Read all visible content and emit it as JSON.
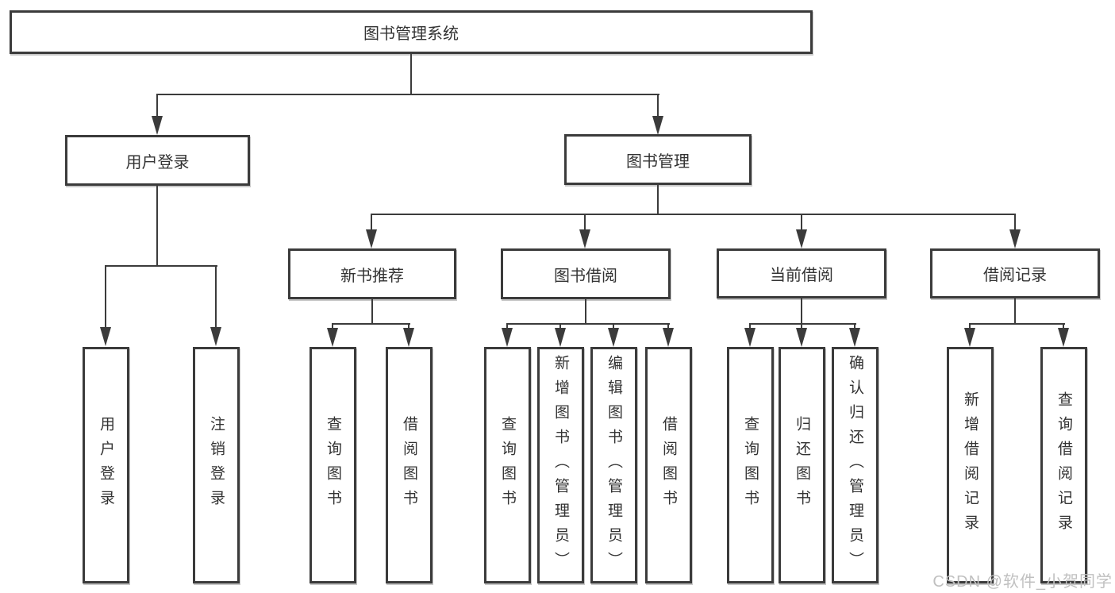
{
  "colors": {
    "line": "#3b3b3b",
    "text": "#333333",
    "watermark": "#c0c0c0"
  },
  "tree": {
    "root": {
      "label": "图书管理系统"
    },
    "branches": [
      {
        "label": "用户登录",
        "children": [
          {
            "label": "用户登录"
          },
          {
            "label": "注销登录"
          }
        ]
      },
      {
        "label": "图书管理",
        "children": [
          {
            "label": "新书推荐",
            "children": [
              {
                "label": "查询图书"
              },
              {
                "label": "借阅图书"
              }
            ]
          },
          {
            "label": "图书借阅",
            "children": [
              {
                "label": "查询图书"
              },
              {
                "label": "新增图书（管理员）"
              },
              {
                "label": "编辑图书（管理员）"
              },
              {
                "label": "借阅图书"
              }
            ]
          },
          {
            "label": "当前借阅",
            "children": [
              {
                "label": "查询图书"
              },
              {
                "label": "归还图书"
              },
              {
                "label": "确认归还（管理员）"
              }
            ]
          },
          {
            "label": "借阅记录",
            "children": [
              {
                "label": "新增借阅记录"
              },
              {
                "label": "查询借阅记录"
              }
            ]
          }
        ]
      }
    ]
  },
  "watermark": {
    "text": "CSDN @软件_小贺同学"
  }
}
